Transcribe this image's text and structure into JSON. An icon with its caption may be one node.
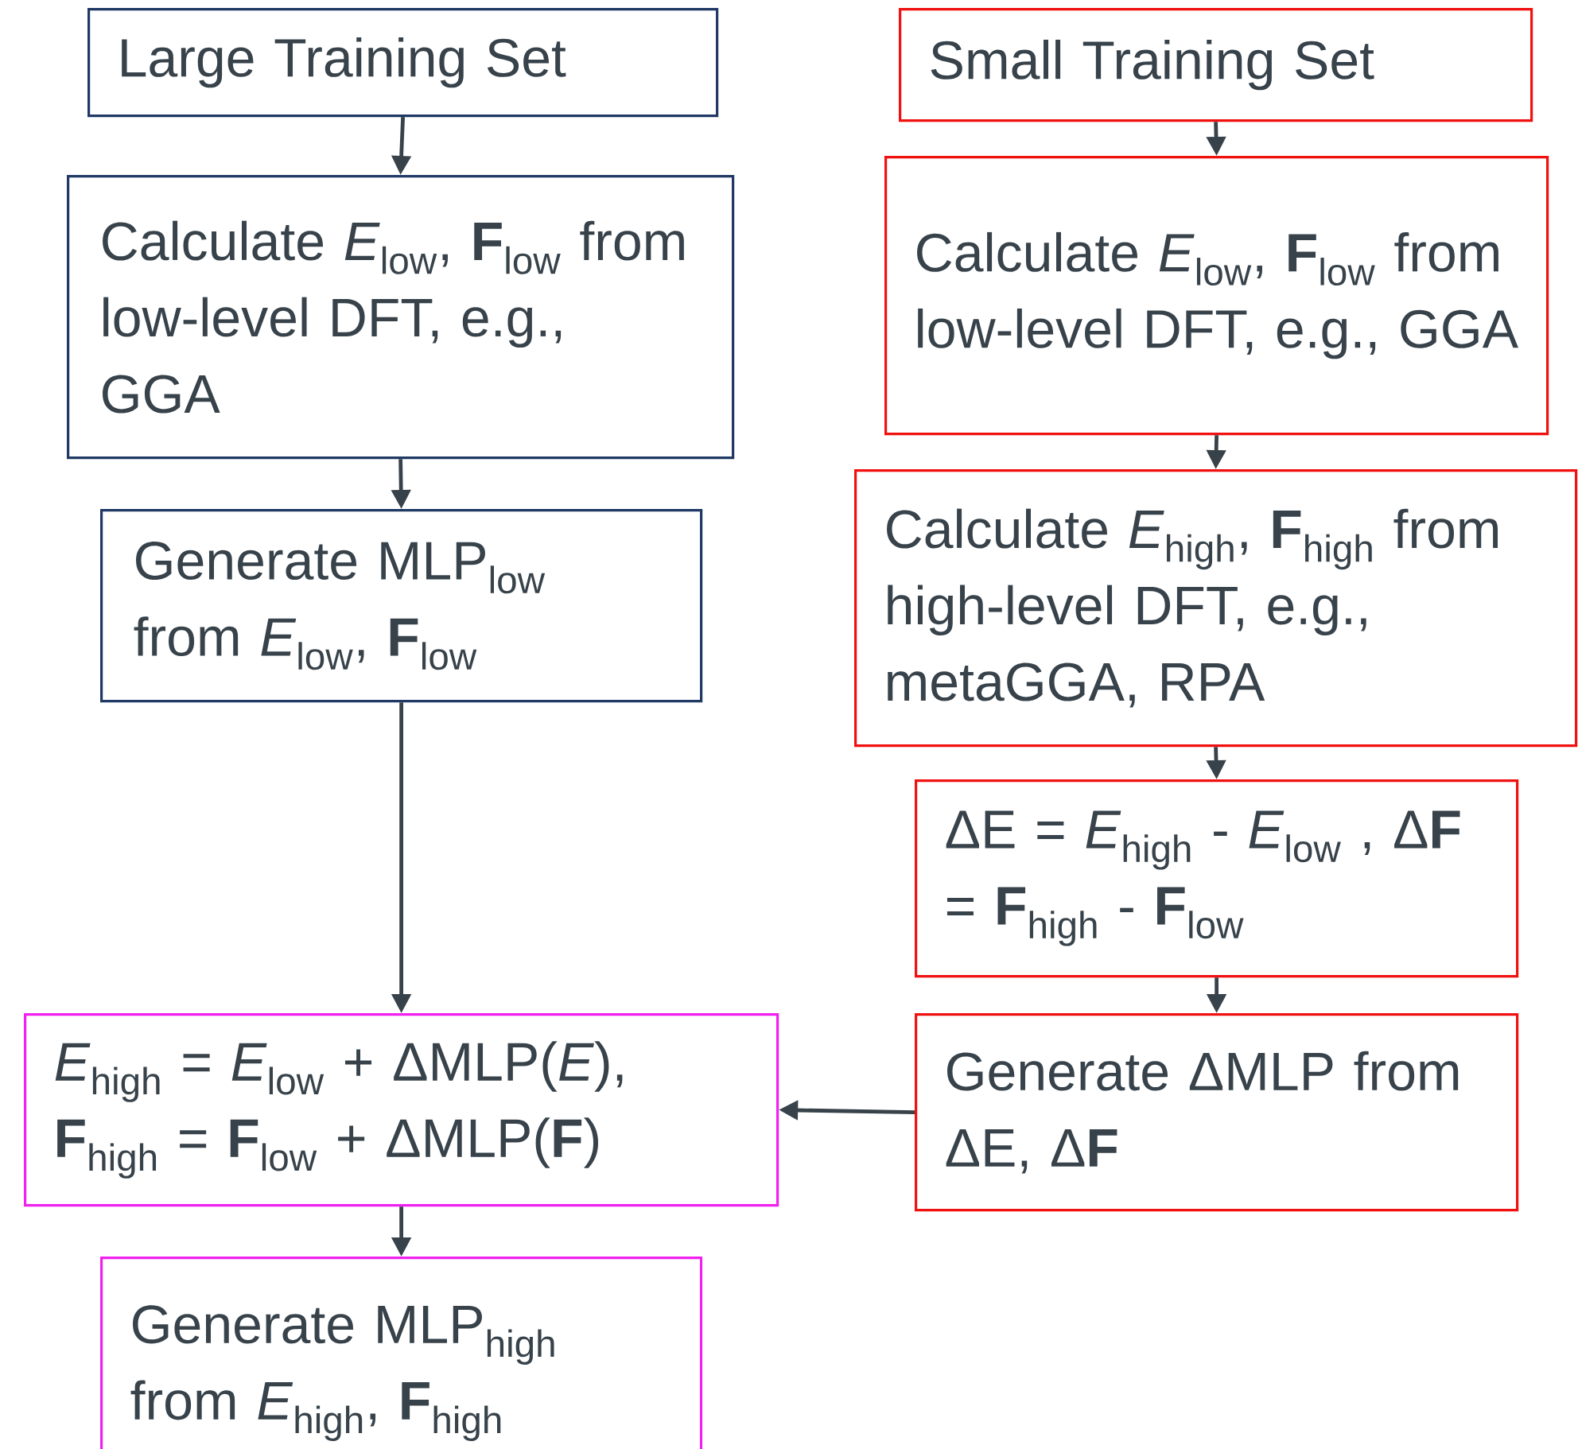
{
  "diagram": {
    "nodes": [
      {
        "text": [
          "Large Training Set"
        ]
      },
      {
        "text": [
          "Small Training Set"
        ]
      },
      {
        "text": [
          "Calculate *E*$_{low}$, **F**$_{low}$ from low-level DFT, e.g., GGA"
        ]
      },
      {
        "text": [
          "Calculate *E*$_{low}$, **F**$_{low}$ from low-level DFT, e.g., GGA"
        ]
      },
      {
        "text": [
          "Generate MLP$_{low}$ from *E*$_{low}$, **F**$_{low}$"
        ]
      },
      {
        "text": [
          "Calculate *E*$_{high}$, **F**$_{high}$ from high-level DFT, e.g., metaGGA, RPA"
        ]
      },
      {
        "text": [
          "ΔE = *E*$_{high}$ - *E*$_{low}$ , Δ**F** = **F**$_{high}$ - **F**$_{low}$"
        ]
      },
      {
        "text": [
          "*E*$_{high}$ = *E*$_{low}$ + ΔMLP(*E*), **F**$_{high}$ = **F**$_{low}$ + ΔMLP(**F**)"
        ]
      },
      {
        "text": [
          "Generate ΔMLP from ΔE, Δ**F**"
        ]
      },
      {
        "text": [
          "Generate MLP$_{high}$ from *E*$_{high}$, **F**$_{high}$"
        ]
      }
    ],
    "edges": [
      {
        "from": 0,
        "to": 2,
        "arrow": "to"
      },
      {
        "from": 2,
        "to": 4,
        "arrow": "to"
      },
      {
        "from": 4,
        "to": 7,
        "arrow": "to"
      },
      {
        "from": 1,
        "to": 3,
        "arrow": "to"
      },
      {
        "from": 3,
        "to": 5,
        "arrow": "to"
      },
      {
        "from": 5,
        "to": 6,
        "arrow": "to"
      },
      {
        "from": 6,
        "to": 8,
        "arrow": "to"
      },
      {
        "from": 8,
        "to": 7,
        "arrow": "to"
      },
      {
        "from": 7,
        "to": 9,
        "arrow": "to"
      }
    ]
  }
}
